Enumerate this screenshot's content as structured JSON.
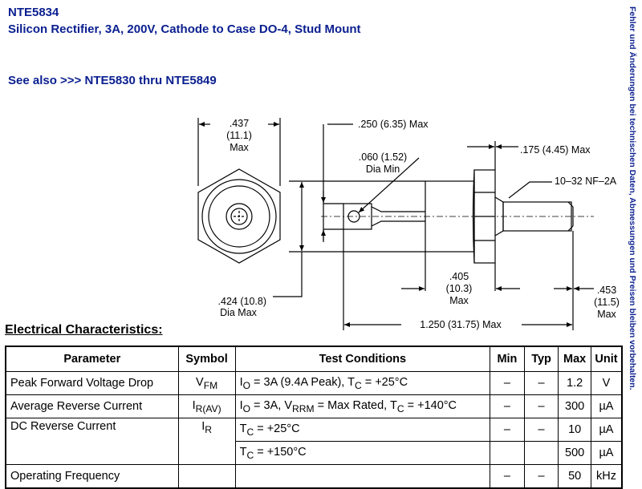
{
  "header": {
    "part_number": "NTE5834",
    "description": "Silicon Rectifier, 3A, 200V, Cathode to Case DO-4, Stud Mount",
    "see_also": "See also >>> NTE5830 thru NTE5849"
  },
  "side_note": "Fehler und Änderungen bei technischen Daten, Abmessungen und Preisen bleiben vorbehalten.",
  "drawing": {
    "hex_width": [
      ".437",
      "(11.1)",
      "Max"
    ],
    "dia_max": [
      ".424 (10.8)",
      "Dia Max"
    ],
    "tab_width": ".250 (6.35) Max",
    "hole_dia": [
      ".060 (1.52)",
      "Dia Min"
    ],
    "thread_length": ".175 (4.45) Max",
    "thread": "10–32 NF–2A",
    "body_length": [
      ".405",
      "(10.3)",
      "Max"
    ],
    "stud_length": [
      ".453",
      "(11.5)",
      "Max"
    ],
    "overall_length": "1.250 (31.75) Max"
  },
  "electrical": {
    "heading": "Electrical Characteristics:",
    "headers": [
      "Parameter",
      "Symbol",
      "Test Conditions",
      "Min",
      "Typ",
      "Max",
      "Unit"
    ],
    "rows": [
      {
        "param": "Peak Forward Voltage Drop",
        "sym": "V",
        "sym_sub": "FM",
        "cond": [
          [
            "I",
            "O",
            " = 3A (9.4A Peak), T",
            "C",
            " = +25°C"
          ]
        ],
        "min": "–",
        "typ": "–",
        "max": "1.2",
        "unit": "V"
      },
      {
        "param": "Average Reverse Current",
        "sym": "I",
        "sym_sub": "R(AV)",
        "cond": [
          [
            "I",
            "O",
            " = 3A,  V",
            "RRM",
            " = Max Rated, T",
            "C",
            " = +140°C"
          ]
        ],
        "min": "–",
        "typ": "–",
        "max": "300",
        "unit": "µA"
      },
      {
        "param": "DC Reverse Current",
        "sym": "I",
        "sym_sub": "R",
        "cond": [
          [
            "T",
            "C",
            " = +25°C"
          ],
          [
            "T",
            "C",
            " = +150°C"
          ]
        ],
        "min": "–",
        "typ": "–",
        "max": "10",
        "max2": "500",
        "unit": "µA",
        "unit2": "µA"
      },
      {
        "param": "Operating Frequency",
        "sym": "",
        "sym_sub": "",
        "cond": [],
        "min": "–",
        "typ": "–",
        "max": "50",
        "unit": "kHz"
      }
    ]
  }
}
